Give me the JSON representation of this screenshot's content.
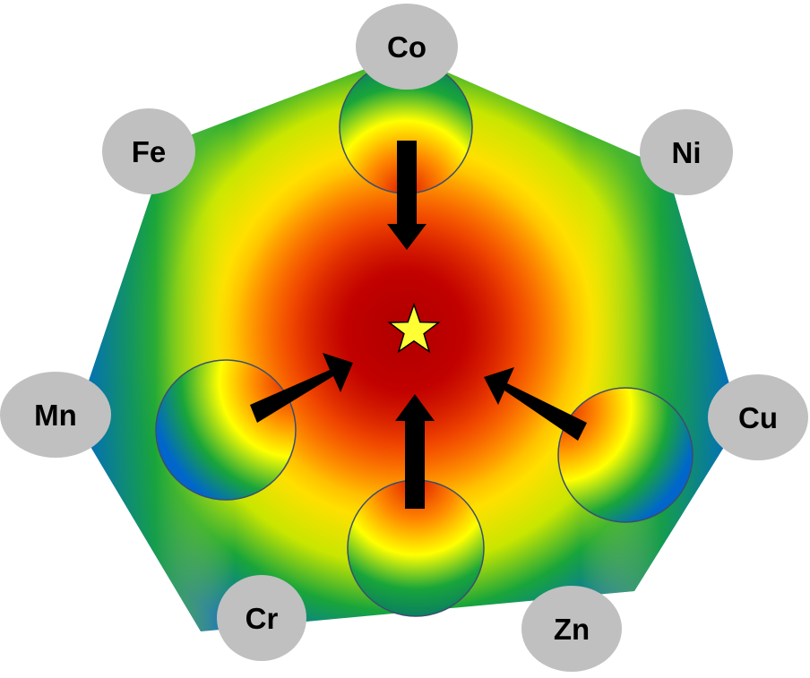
{
  "diagram": {
    "elements": [
      {
        "id": "co",
        "symbol": "Co"
      },
      {
        "id": "ni",
        "symbol": "Ni"
      },
      {
        "id": "cu",
        "symbol": "Cu"
      },
      {
        "id": "zn",
        "symbol": "Zn"
      },
      {
        "id": "cr",
        "symbol": "Cr"
      },
      {
        "id": "mn",
        "symbol": "Mn"
      },
      {
        "id": "fe",
        "symbol": "Fe"
      }
    ],
    "colors": {
      "edge": "#0066CC",
      "green": "#19A53A",
      "yellow": "#FFFF00",
      "orange": "#FF8A00",
      "center": "#B40000",
      "label_bubble": "#C0C0C0",
      "label_text": "#000000",
      "arrow": "#000000",
      "star": "#FFFF33"
    },
    "center_marker": "star-icon",
    "arrow_marker": "arrow-icon"
  }
}
